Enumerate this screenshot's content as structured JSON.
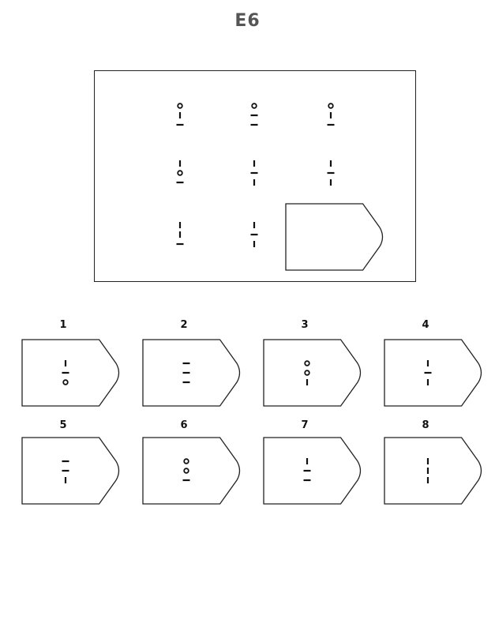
{
  "title": "E6",
  "matrix": {
    "cells": [
      [
        "circle",
        "line",
        "dash"
      ],
      [
        "circle",
        "dash",
        "dash"
      ],
      [
        "circle",
        "line",
        "dash"
      ],
      [
        "line",
        "circle",
        "dash"
      ],
      [
        "line",
        "dash",
        "line"
      ],
      [
        "line",
        "dash",
        "line"
      ],
      [
        "line",
        "line",
        "dash"
      ],
      [
        "line",
        "dash",
        "line"
      ],
      null
    ]
  },
  "options": [
    {
      "number": "1",
      "glyphs": [
        "line",
        "dash",
        "circle"
      ]
    },
    {
      "number": "2",
      "glyphs": [
        "dash",
        "dash",
        "dash"
      ]
    },
    {
      "number": "3",
      "glyphs": [
        "circle",
        "circle",
        "line"
      ]
    },
    {
      "number": "4",
      "glyphs": [
        "line",
        "dash",
        "line"
      ]
    },
    {
      "number": "5",
      "glyphs": [
        "dash",
        "dash",
        "line"
      ]
    },
    {
      "number": "6",
      "glyphs": [
        "circle",
        "circle",
        "dash"
      ]
    },
    {
      "number": "7",
      "glyphs": [
        "line",
        "dash",
        "dash"
      ]
    },
    {
      "number": "8",
      "glyphs": [
        "line",
        "line",
        "line"
      ]
    }
  ]
}
